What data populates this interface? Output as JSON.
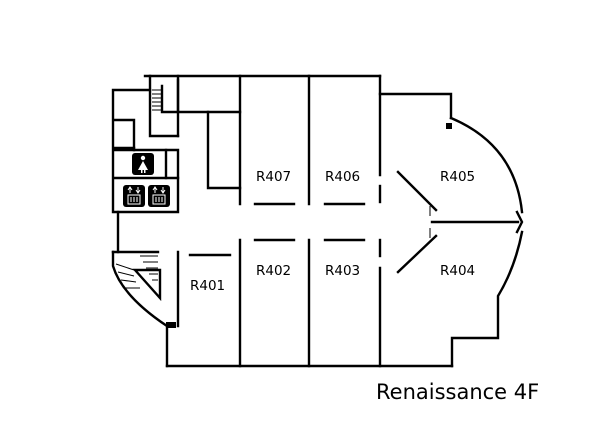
{
  "map": {
    "title": "Renaissance 4F",
    "rooms": [
      {
        "id": "R401",
        "label": "R401"
      },
      {
        "id": "R402",
        "label": "R402"
      },
      {
        "id": "R403",
        "label": "R403"
      },
      {
        "id": "R404",
        "label": "R404"
      },
      {
        "id": "R405",
        "label": "R405"
      },
      {
        "id": "R406",
        "label": "R406"
      },
      {
        "id": "R407",
        "label": "R407"
      }
    ],
    "icons": [
      "restroom-female-icon",
      "elevator-icon",
      "elevator-icon",
      "stairs-icon",
      "stairs-icon"
    ]
  }
}
